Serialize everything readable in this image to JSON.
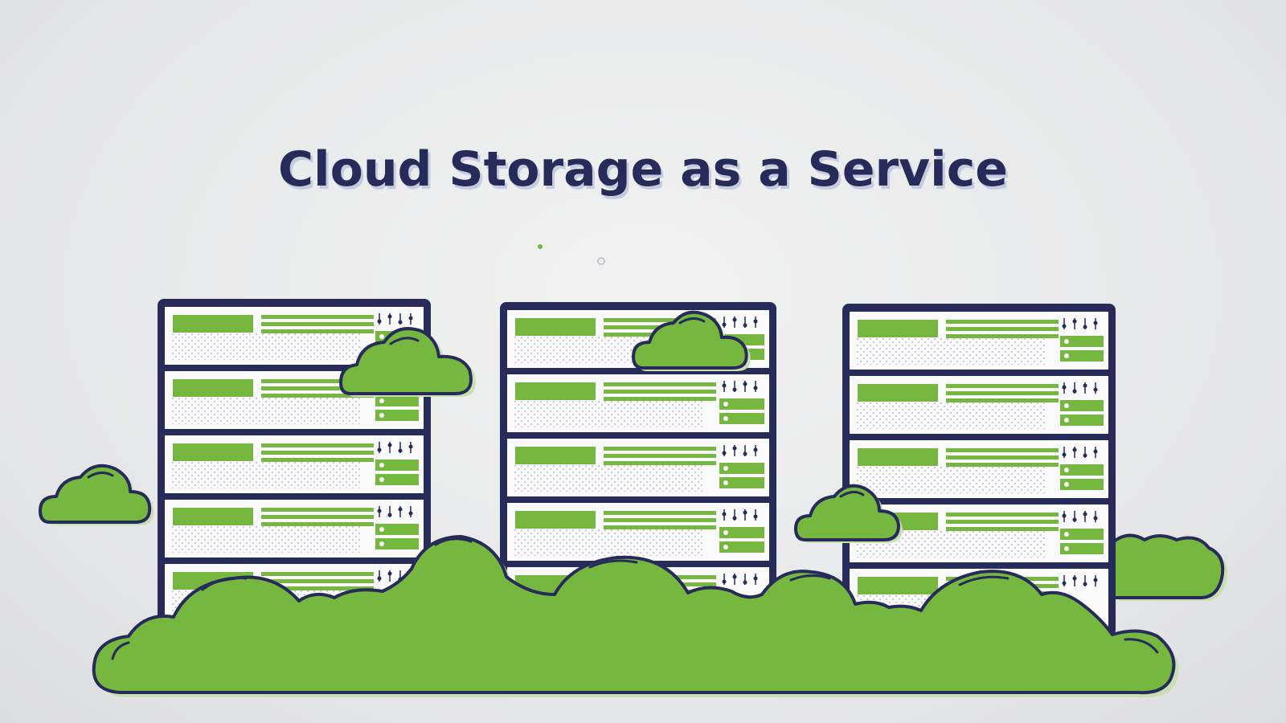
{
  "title": "Cloud Storage as a Service",
  "illustration": {
    "server_rack_count": 3,
    "units_per_rack": 5,
    "icons": [
      "server-rack-icon",
      "cloud-icon"
    ]
  },
  "colors": {
    "background": "#e6e7e8",
    "title": "#262b5a",
    "title_shadow": "#c6cbe0",
    "outline": "#262b5a",
    "cloud_green": "#76b83f",
    "cloud_shadow": "#c9dfb3",
    "server_bar_green": "#76b83f",
    "server_panel": "#fafafa",
    "server_dots": "#c2c3d6"
  }
}
